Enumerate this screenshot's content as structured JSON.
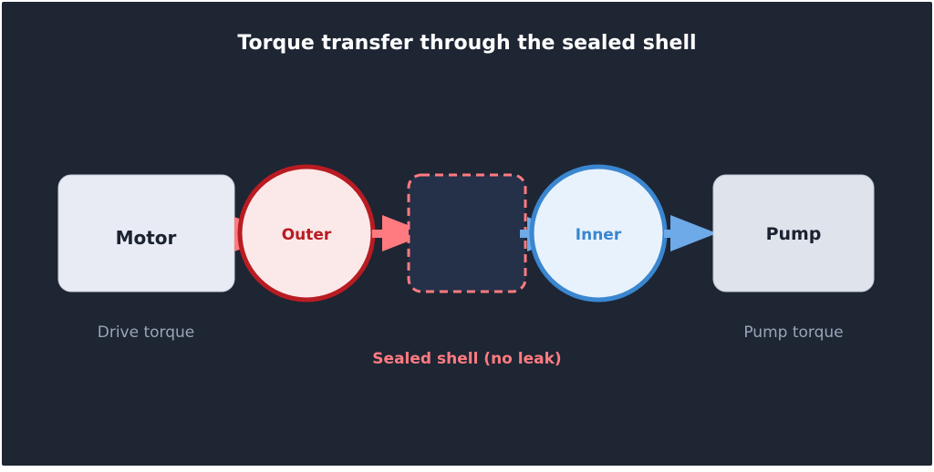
{
  "title": "Torque transfer through the sealed shell",
  "nodes": {
    "motor": {
      "label": "Motor",
      "caption": "Drive torque"
    },
    "outer": {
      "label": "Outer"
    },
    "shell": {
      "label": "Sealed shell (no leak)"
    },
    "inner": {
      "label": "Inner"
    },
    "pump": {
      "label": "Pump",
      "caption": "Pump torque"
    }
  },
  "colors": {
    "background": "#1e2533",
    "title": "#ffffff",
    "motor_fill": "#e8ebf3",
    "pump_fill": "#dfe3ec",
    "node_text": "#1b2230",
    "outer_fill": "#fbe8e8",
    "outer_stroke": "#b81c22",
    "outer_text": "#b81c22",
    "red_arrow": "#ff7b80",
    "shell_fill": "#253049",
    "shell_stroke": "#ff7b80",
    "shell_label": "#ff7b80",
    "inner_fill": "#e8f2fc",
    "inner_stroke": "#3a86d0",
    "inner_text": "#3a86d0",
    "blue_arrow": "#6ea9e8",
    "caption": "#9aa5b8"
  }
}
